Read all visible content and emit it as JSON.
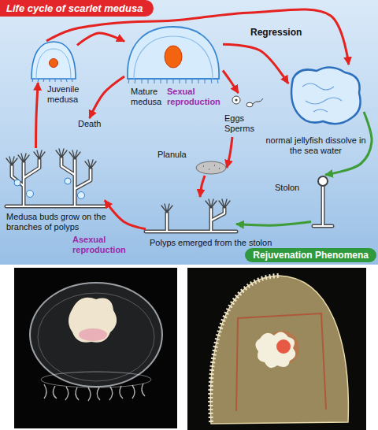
{
  "diagram": {
    "title": "Life cycle of scarlet medusa",
    "nodes": [
      {
        "text": [
          "Juvenile medusa"
        ]
      },
      {
        "text": [
          "Mature medusa"
        ]
      },
      {
        "text": [
          "Death"
        ]
      },
      {
        "text": [
          "Eggs",
          "Sperms"
        ]
      },
      {
        "text": [
          "normal jellyfish dissolve in the sea water"
        ]
      },
      {
        "text": [
          "Planula"
        ]
      },
      {
        "text": [
          "Stolon"
        ]
      },
      {
        "text": [
          "Polyps emerged from the stolon"
        ]
      },
      {
        "text": [
          "Medusa buds grow on the branches of polyps"
        ]
      },
      {
        "text": [
          "Rejuvenation Phenomena"
        ]
      }
    ],
    "edges": [
      {
        "from": 8,
        "to": 0,
        "arrow": "to"
      },
      {
        "from": 0,
        "to": 1,
        "arrow": "to"
      },
      {
        "from": 0,
        "to": 4,
        "arrow": "to"
      },
      {
        "from": 1,
        "to": 2,
        "arrow": "to"
      },
      {
        "from": 1,
        "to": 4,
        "arrow": "to"
      },
      {
        "from": 1,
        "to": 3,
        "arrow": "to"
      },
      {
        "from": 3,
        "to": 5,
        "arrow": "to"
      },
      {
        "from": 5,
        "to": 7,
        "arrow": "to"
      },
      {
        "from": 4,
        "to": 6,
        "arrow": "to"
      },
      {
        "from": 6,
        "to": 7,
        "arrow": "to"
      },
      {
        "from": 7,
        "to": 8,
        "arrow": "to"
      }
    ],
    "labels": [
      "Regression",
      "Sexual reproduction",
      "Asexual reproduction"
    ]
  }
}
